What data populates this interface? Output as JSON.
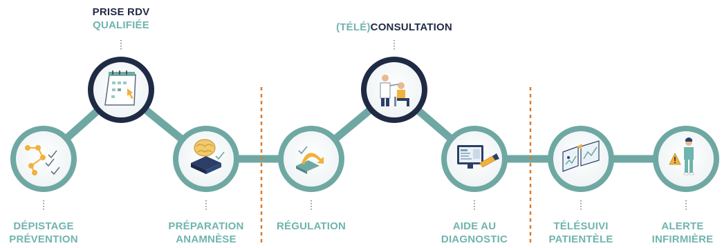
{
  "colors": {
    "teal": "#6fa8a3",
    "teal_text": "#6fb4ae",
    "navy": "#1f2a44",
    "divider": "#e07b2a"
  },
  "steps": [
    {
      "id": "depistage",
      "line1": "DÉPISTAGE",
      "line2": "PRÉVENTION",
      "icon": "network-checklist-icon",
      "highlight": false
    },
    {
      "id": "prise-rdv",
      "line1": "PRISE RDV",
      "line2": "QUALIFIÉE",
      "icon": "calendar-icon",
      "highlight": true
    },
    {
      "id": "preparation",
      "line1": "PRÉPARATION",
      "line2": "ANAMNÈSE",
      "icon": "brain-chip-icon",
      "highlight": false
    },
    {
      "id": "regulation",
      "line1": "RÉGULATION",
      "line2": "",
      "icon": "checkbox-arrow-icon",
      "highlight": false
    },
    {
      "id": "consultation",
      "line1_prefix": "(TÉLÉ)",
      "line1": "CONSULTATION",
      "line2": "",
      "icon": "doctor-patient-icon",
      "highlight": true
    },
    {
      "id": "aide-diagnostic",
      "line1": "AIDE AU",
      "line2": "DIAGNOSTIC",
      "icon": "dashboard-flashlight-icon",
      "highlight": false
    },
    {
      "id": "telesuivi",
      "line1": "TÉLÉSUIVI",
      "line2": "PATIENTÈLE",
      "icon": "monitoring-charts-icon",
      "highlight": false
    },
    {
      "id": "alerte",
      "line1": "ALERTE",
      "line2": "INFIRMIÈRE",
      "icon": "nurse-warning-icon",
      "highlight": false
    }
  ]
}
